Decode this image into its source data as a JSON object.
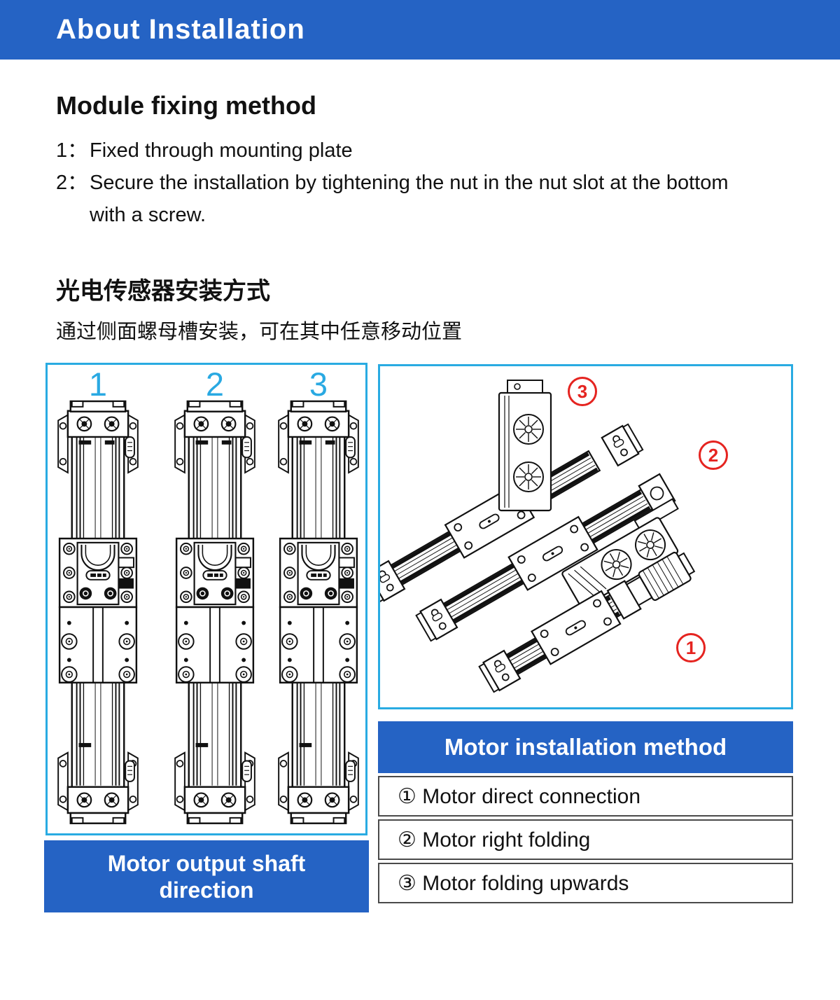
{
  "header": {
    "title": "About Installation"
  },
  "fixing": {
    "heading": "Module fixing method",
    "items": [
      {
        "num": "1：",
        "text": "Fixed through mounting plate"
      },
      {
        "num": "2：",
        "text": "Secure the installation by tightening the nut in the nut slot at the bottom with a screw."
      }
    ]
  },
  "sensor": {
    "heading": "光电传感器安装方式",
    "body": "通过侧面螺母槽安装，可在其中任意移动位置"
  },
  "left_figure": {
    "labels": [
      "1",
      "2",
      "3"
    ],
    "caption_line1": "Motor output shaft",
    "caption_line2": "direction"
  },
  "right_figure": {
    "labels": [
      "3",
      "2",
      "1"
    ]
  },
  "motor_table": {
    "header": "Motor installation method",
    "rows": [
      "① Motor direct connection",
      "② Motor right folding",
      "③ Motor folding upwards"
    ]
  },
  "colors": {
    "primary_blue": "#2563c4",
    "panel_border_cyan": "#29abe2",
    "figure_number_cyan": "#29a9e2",
    "badge_red": "#e52420"
  }
}
